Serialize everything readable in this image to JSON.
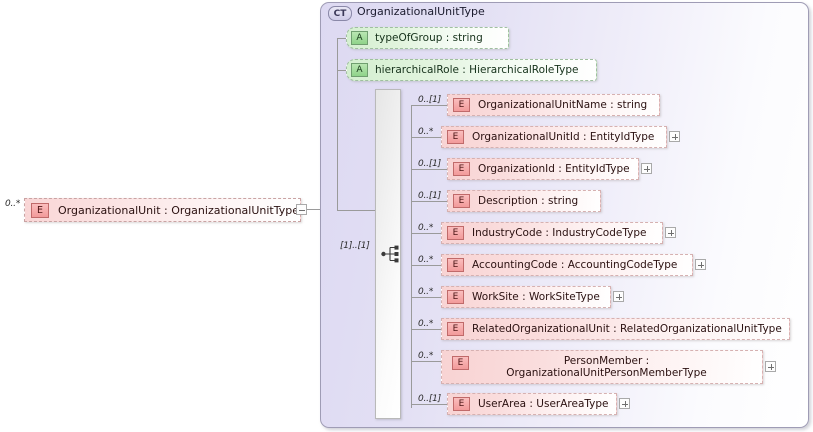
{
  "diagram": {
    "kind": "xsd-schema-diagram",
    "root_element": {
      "cardinality": "0..*",
      "label": "OrganizationalUnit : OrganizationalUnitType",
      "glyph": "E",
      "expander": "minus"
    },
    "complex_type": {
      "badge": "CT",
      "title": "OrganizationalUnitType",
      "attributes": [
        {
          "glyph": "A",
          "label": "typeOfGroup : string"
        },
        {
          "glyph": "A",
          "label": "hierarchicalRole : HierarchicalRoleType"
        }
      ],
      "compositor": {
        "cardinality": "[1]..[1]",
        "icon": "sequence-icon"
      },
      "elements": [
        {
          "cardinality": "0..[1]",
          "glyph": "E",
          "label": "OrganizationalUnitName : string",
          "expander": null
        },
        {
          "cardinality": "0..*",
          "glyph": "E",
          "label": "OrganizationalUnitId : EntityIdType",
          "expander": "plus"
        },
        {
          "cardinality": "0..[1]",
          "glyph": "E",
          "label": "OrganizationId : EntityIdType",
          "expander": "plus"
        },
        {
          "cardinality": "0..[1]",
          "glyph": "E",
          "label": "Description : string",
          "expander": null
        },
        {
          "cardinality": "0..*",
          "glyph": "E",
          "label": "IndustryCode : IndustryCodeType",
          "expander": "plus"
        },
        {
          "cardinality": "0..*",
          "glyph": "E",
          "label": "AccountingCode : AccountingCodeType",
          "expander": "plus"
        },
        {
          "cardinality": "0..*",
          "glyph": "E",
          "label": "WorkSite : WorkSiteType",
          "expander": "plus"
        },
        {
          "cardinality": "0..*",
          "glyph": "E",
          "label": "RelatedOrganizationalUnit : RelatedOrganizationalUnitType",
          "expander": "plus"
        },
        {
          "cardinality": "0..*",
          "glyph": "E",
          "label": "PersonMember : OrganizationalUnitPersonMemberType",
          "expander": "plus"
        },
        {
          "cardinality": "0..[1]",
          "glyph": "E",
          "label": "UserArea : UserAreaType",
          "expander": "plus"
        }
      ]
    },
    "colors": {
      "element_fill": "#f8d3d3",
      "attribute_fill": "#d4efd0",
      "container_fill": "#ddd9f2",
      "line": "#9a9a9a"
    }
  }
}
